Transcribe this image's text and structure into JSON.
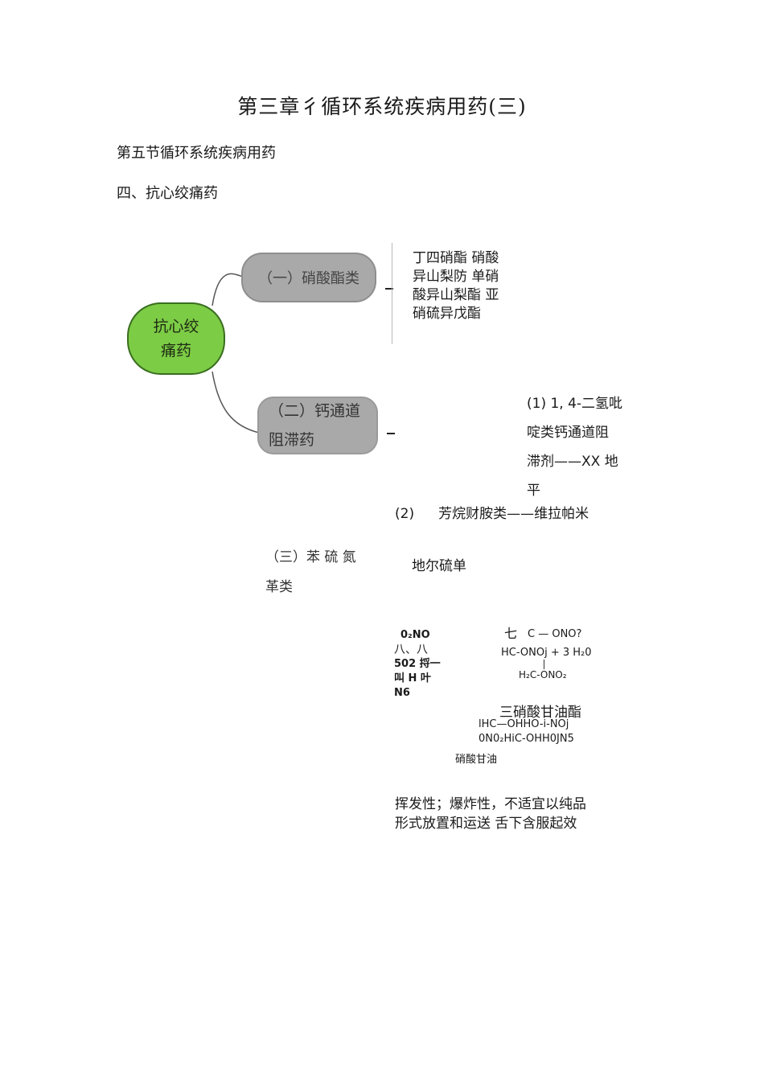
{
  "header": {
    "title": "第三章彳循环系统疾病用药(三)",
    "section": "第五节循环系统疾病用药",
    "subsection": "四、抗心绞痛药"
  },
  "mindmap": {
    "root": {
      "line1": "抗心绞",
      "line2": "痛药"
    },
    "branch1": {
      "label": "（一）硝酸酯类"
    },
    "nitrate_list": [
      "丁四硝酯  硝酸",
      "异山梨防  单硝",
      "酸异山梨酯  亚",
      "硝硫异戊酯"
    ],
    "branch2": {
      "line1": "（二）钙通道",
      "line2": "阻滞药"
    },
    "ccb_item1": [
      "(1) 1, 4-二氢吡",
      "啶类钙通道阻",
      "滞剂——XX 地",
      "平"
    ],
    "ccb_item2": {
      "num": "(2)",
      "text": "芳烷财胺类——维拉帕米"
    },
    "branch3": {
      "line1": "（三）苯 硫 氮",
      "line2": "革类"
    },
    "diltiazem": "地尔硫单"
  },
  "chemistry": {
    "left_lines": [
      "0₂NO",
      "八、八",
      "502 捋一",
      "叫 H 叶",
      "N6"
    ],
    "right_head": "七",
    "right_line1": "C — ONO?",
    "right_line2": "HC-ONOj + 3 H₂0",
    "right_line3": "H₂C-ONO₂",
    "tng_label": "三硝酸甘油酯",
    "tng_line1": "lHC—OHHO-i-NOj",
    "tng_line2": "0N0₂HiC-OHH0JN5",
    "tng_short": "硝酸甘油"
  },
  "properties": [
    "挥发性；爆炸性，不适宜以纯品",
    "形式放置和运送  舌下含服起效"
  ],
  "colors": {
    "root_fill": "#7ccc46",
    "branch_fill": "#a9a9a9",
    "connector": "#555555"
  }
}
